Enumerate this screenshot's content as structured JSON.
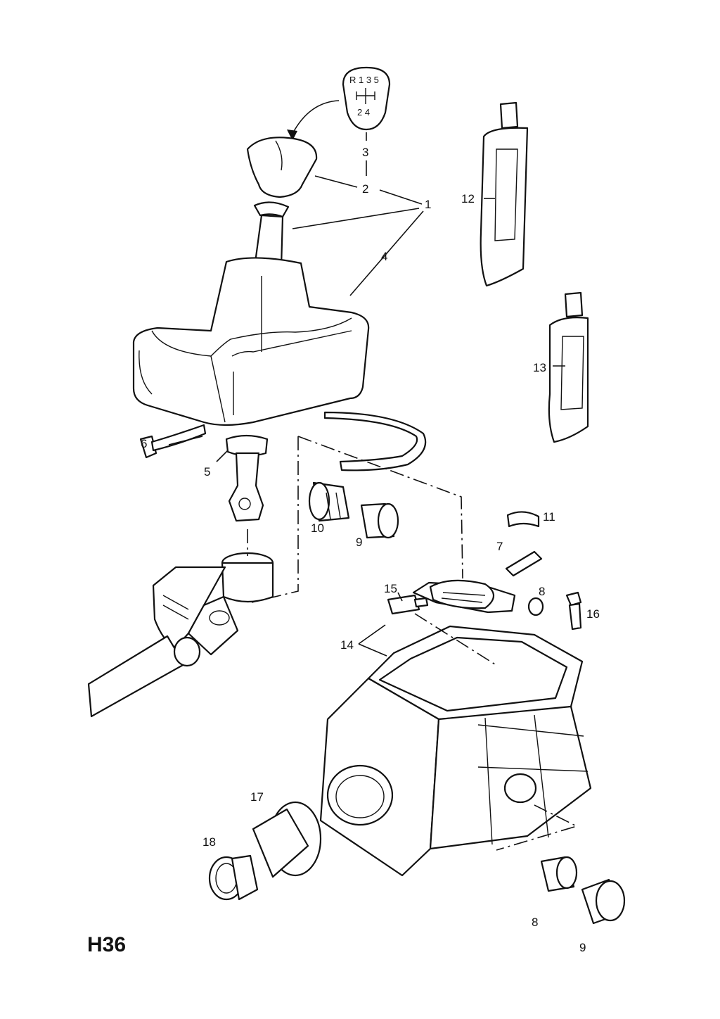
{
  "diagram": {
    "page_code": "H36",
    "knob_pattern": {
      "top_row": "R 1 3 5",
      "bottom_row": "2 4"
    },
    "callouts": {
      "c1": "1",
      "c2": "2",
      "c3": "3",
      "c4": "4",
      "c5": "5",
      "c6": "6",
      "c7": "7",
      "c8a": "8",
      "c8b": "8",
      "c9a": "9",
      "c9b": "9",
      "c10": "10",
      "c11": "11",
      "c12": "12",
      "c13": "13",
      "c14": "14",
      "c15": "15",
      "c16": "16",
      "c17": "17",
      "c18": "18"
    }
  }
}
